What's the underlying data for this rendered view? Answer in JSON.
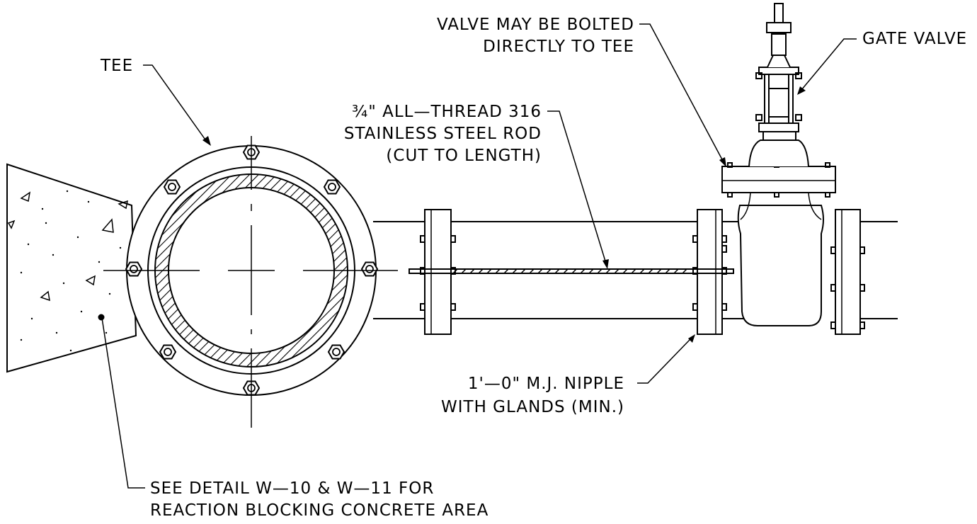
{
  "labels": {
    "tee": "TEE",
    "valve_bolted_1": "VALVE MAY BE BOLTED",
    "valve_bolted_2": "DIRECTLY TO TEE",
    "gate_valve": "GATE VALVE",
    "rod_1": "¾\" ALL—THREAD 316",
    "rod_2": "STAINLESS STEEL ROD",
    "rod_3": "(CUT TO LENGTH)",
    "nipple_1": "1'—0\" M.J. NIPPLE",
    "nipple_2": "WITH GLANDS (MIN.)",
    "detail_1": "SEE DETAIL W—10 & W—11 FOR",
    "detail_2": "REACTION BLOCKING CONCRETE AREA"
  },
  "icons": {
    "bolt": "hex-nut-icon",
    "concrete": "aggregate-triangle-icon"
  },
  "colors": {
    "line": "#000000",
    "background": "#ffffff"
  }
}
